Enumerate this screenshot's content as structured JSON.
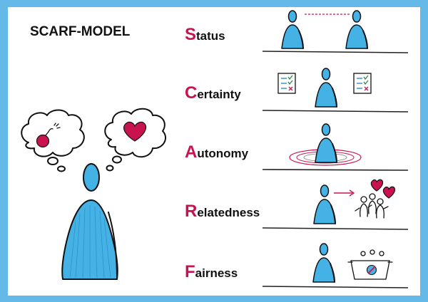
{
  "title": "SCARF-MODEL",
  "colors": {
    "frame": "#64b9e8",
    "accent": "#c9134f",
    "figure": "#45b2e6",
    "ink": "#111111"
  },
  "thought_bubbles": [
    {
      "icon": "bomb-icon"
    },
    {
      "icon": "heart-icon"
    }
  ],
  "categories": [
    {
      "first": "S",
      "rest": "tatus",
      "illustration": "two-people-level-icon"
    },
    {
      "first": "C",
      "rest": "ertainty",
      "illustration": "person-with-checklists-icon"
    },
    {
      "first": "A",
      "rest": "utonomy",
      "illustration": "person-with-space-rings-icon"
    },
    {
      "first": "R",
      "rest": "elatedness",
      "illustration": "person-connecting-to-group-icon"
    },
    {
      "first": "F",
      "rest": "airness",
      "illustration": "person-and-fair-scale-icon"
    }
  ]
}
